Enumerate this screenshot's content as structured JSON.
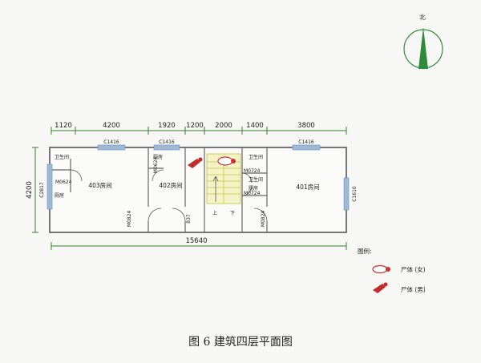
{
  "north": {
    "label": "北"
  },
  "dimensions": {
    "top": [
      "1120",
      "4200",
      "1920",
      "1200",
      "2000",
      "1400",
      "3800"
    ],
    "bottom_total": "15640",
    "left_height": "4200"
  },
  "windows": {
    "c1416_a": "C1416",
    "c1416_b": "C1416",
    "c1416_c": "C1416",
    "c2817": "C2817",
    "c1610": "C1610"
  },
  "doors": {
    "m0624_left": "M0624",
    "m0624_mid": "M0624",
    "m0724_top": "M0724",
    "m0724_bottom": "M0724",
    "m0824_left": "M0824",
    "m0824_right": "M0824",
    "m837": "837"
  },
  "rooms": {
    "r403": "403房间",
    "r402": "402房间",
    "r401": "401房间",
    "bath_left": "卫生间",
    "bath_right": "卫生间",
    "bath_right2": "卫生间",
    "bed_left": "厕房",
    "bed_mid": "厕房",
    "bed_right": "厕房"
  },
  "stairs": {
    "up": "上",
    "down": "下"
  },
  "legend": {
    "title": "图例:",
    "female_label": "尸体 (女)",
    "male_label": "尸体 (男)",
    "female_color": "#d23030",
    "male_color": "#c42a2a"
  },
  "caption": "图 6  建筑四层平面图"
}
